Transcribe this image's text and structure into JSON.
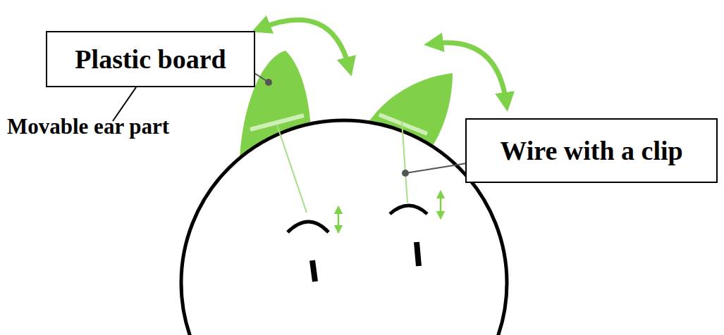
{
  "diagram": {
    "nodes": [
      {
        "text": [
          "Plastic board"
        ]
      },
      {
        "text": [
          "Wire with a clip"
        ]
      }
    ],
    "labels": [
      "Movable ear part"
    ]
  }
}
